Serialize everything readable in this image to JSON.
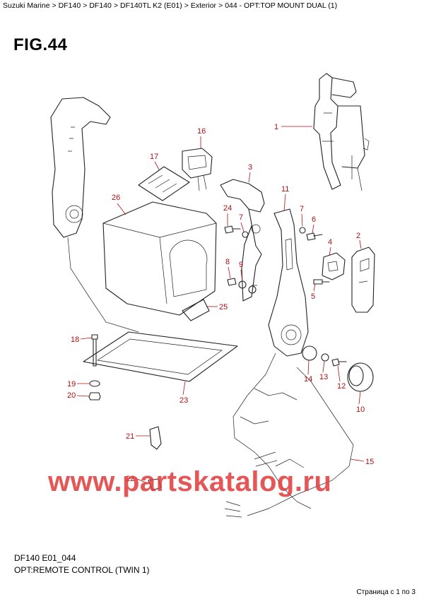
{
  "breadcrumb": {
    "items": [
      "Suzuki Marine",
      "DF140",
      "DF140",
      "DF140TL K2 (E01)",
      "Exterior",
      "044 - OPT:TOP MOUNT DUAL (1)"
    ],
    "separator": ">"
  },
  "figure": {
    "title": "FIG.44",
    "code": "DF140 E01_044",
    "description": "OPT:REMOTE CONTROL (TWIN 1)"
  },
  "callouts": [
    "1",
    "2",
    "3",
    "4",
    "5",
    "6",
    "7",
    "7",
    "8",
    "9",
    "10",
    "11",
    "12",
    "13",
    "14",
    "15",
    "16",
    "17",
    "18",
    "19",
    "20",
    "21",
    "22",
    "23",
    "24",
    "25",
    "26"
  ],
  "watermark": "www.partskatalog.ru",
  "pager": "Страница с 1 по 3",
  "colors": {
    "callout": "#b01010",
    "watermark": "#e03a3a",
    "line": "#222222"
  }
}
